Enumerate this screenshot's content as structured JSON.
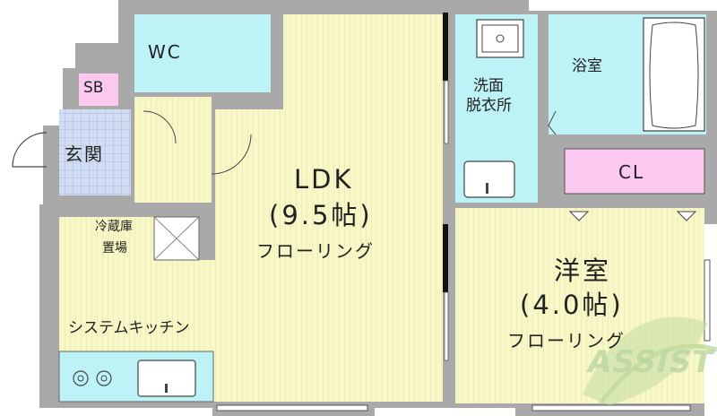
{
  "rooms": {
    "ldk": {
      "name": "LDK",
      "size": "(9.5帖)",
      "floor": "フローリング"
    },
    "western": {
      "name": "洋室",
      "size": "(4.0帖)",
      "floor": "フローリング"
    },
    "wc": "WC",
    "sb": "SB",
    "entrance": "玄関",
    "washroom_line1": "洗面",
    "washroom_line2": "脱衣所",
    "bathroom": "浴室",
    "closet": "CL",
    "fridge_line1": "冷蔵庫",
    "fridge_line2": "置場",
    "kitchen": "システムキッチン"
  },
  "watermark": "ASSIST",
  "colors": {
    "wall": "#a9a9a9",
    "floor_wood": "#f7f7c8",
    "floor_wood_line": "#e9e9a8",
    "wet_area": "#bdf2f6",
    "entrance_tile": "#d0dcf2",
    "storage": "#fbc8f0",
    "outline": "#555555"
  }
}
